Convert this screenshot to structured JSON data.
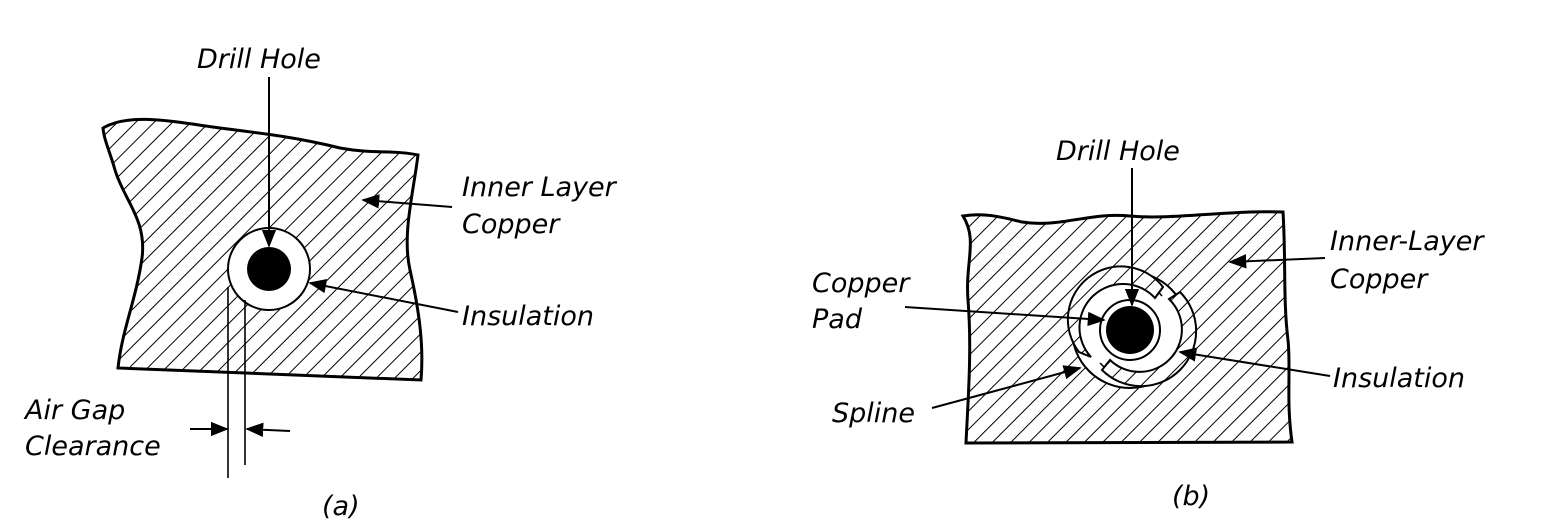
{
  "panel_a": {
    "caption": "(a)",
    "labels": {
      "drill_hole": "Drill Hole",
      "inner_layer_line1": "Inner Layer",
      "inner_layer_line2": "Copper",
      "insulation": "Insulation",
      "air_gap_line1": "Air Gap",
      "air_gap_line2": "Clearance"
    }
  },
  "panel_b": {
    "caption": "(b)",
    "labels": {
      "drill_hole": "Drill Hole",
      "inner_layer_line1": "Inner-Layer",
      "inner_layer_line2": "Copper",
      "copper_pad_line1": "Copper",
      "copper_pad_line2": "Pad",
      "insulation": "Insulation",
      "spline": "Spline"
    }
  }
}
